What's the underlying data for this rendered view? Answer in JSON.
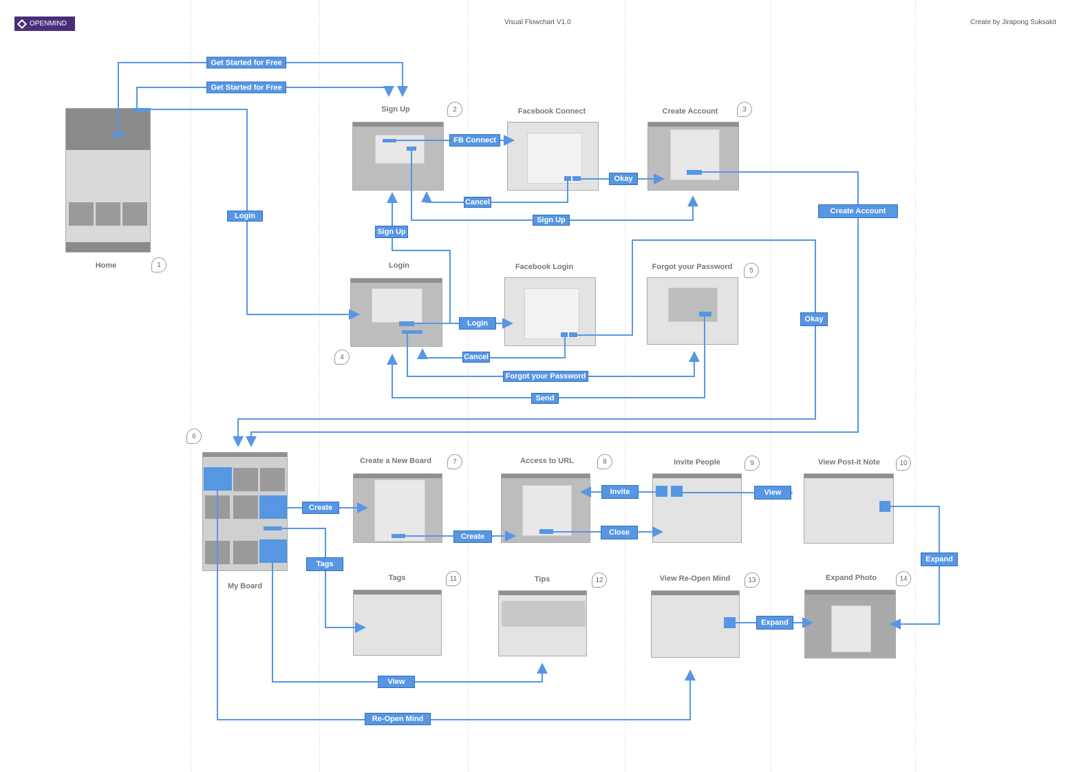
{
  "header": {
    "logo_text": "OPENMIND",
    "center_title": "Visual Flowchart V1.0",
    "author": "Create by Jirapong Suksakit"
  },
  "colors": {
    "accent": "#5696e3",
    "brand": "#4b2e7a",
    "screen": "#bdbdbd"
  },
  "screens": [
    {
      "id": "home",
      "title": "Home",
      "num": "1"
    },
    {
      "id": "signup",
      "title": "Sign Up",
      "num": "2"
    },
    {
      "id": "fbconnect",
      "title": "Facebook Connect",
      "num": ""
    },
    {
      "id": "createaccount",
      "title": "Create Account",
      "num": "3"
    },
    {
      "id": "login",
      "title": "Login",
      "num": "4"
    },
    {
      "id": "fblogin",
      "title": "Facebook Login",
      "num": ""
    },
    {
      "id": "forgot",
      "title": "Forgot your Password",
      "num": "5"
    },
    {
      "id": "myboard",
      "title": "My Board",
      "num": "6"
    },
    {
      "id": "newboard",
      "title": "Create a New Board",
      "num": "7"
    },
    {
      "id": "url",
      "title": "Access to URL",
      "num": "8"
    },
    {
      "id": "invite",
      "title": "Invite People",
      "num": "9"
    },
    {
      "id": "postit",
      "title": "View Post-it Note",
      "num": "10"
    },
    {
      "id": "tags",
      "title": "Tags",
      "num": "11"
    },
    {
      "id": "tips",
      "title": "Tips",
      "num": "12"
    },
    {
      "id": "reopen",
      "title": "View Re-Open Mind",
      "num": "13"
    },
    {
      "id": "expand",
      "title": "Expand Photo",
      "num": "14"
    }
  ],
  "labels": {
    "get_started_1": "Get Started for Free",
    "get_started_2": "Get Started for Free",
    "login_home": "Login",
    "fb_connect": "FB Connect",
    "okay_1": "Okay",
    "cancel_1": "Cancel",
    "signup_link": "Sign Up",
    "create_account": "Create Account",
    "signup_from_login": "Sign Up",
    "login_fb": "Login",
    "cancel_2": "Cancel",
    "forgot": "Forgot your Password",
    "send": "Send",
    "okay_2": "Okay",
    "create_board": "Create",
    "create_url": "Create",
    "invite": "Invite",
    "close": "Close",
    "view_postit": "View",
    "tags": "Tags",
    "expand_1": "Expand",
    "expand_2": "Expand",
    "view_tips": "View",
    "reopen": "Re-Open Mind"
  }
}
